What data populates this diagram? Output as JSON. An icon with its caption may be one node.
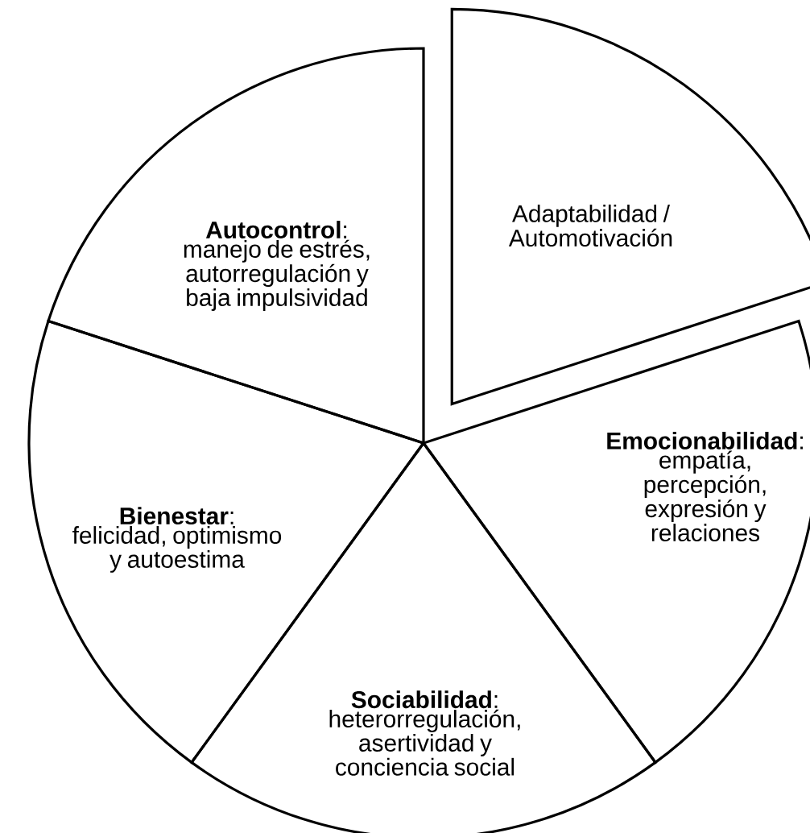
{
  "diagram": {
    "nodes": [
      {
        "text": [
          "**Autocontrol**: manejo de estrés, autorregulación y baja impulsividad"
        ]
      },
      {
        "text": [
          "Adaptabilidad / Automotivación"
        ]
      },
      {
        "text": [
          "**Emocionabilidad**: empatía, percepción, expresión y relaciones"
        ]
      },
      {
        "text": [
          "**Bienestar**: felicidad, optimismo y autoestima"
        ]
      },
      {
        "text": [
          "**Sociabilidad**: heterorregulación, asertividad y conciencia social"
        ]
      }
    ]
  }
}
